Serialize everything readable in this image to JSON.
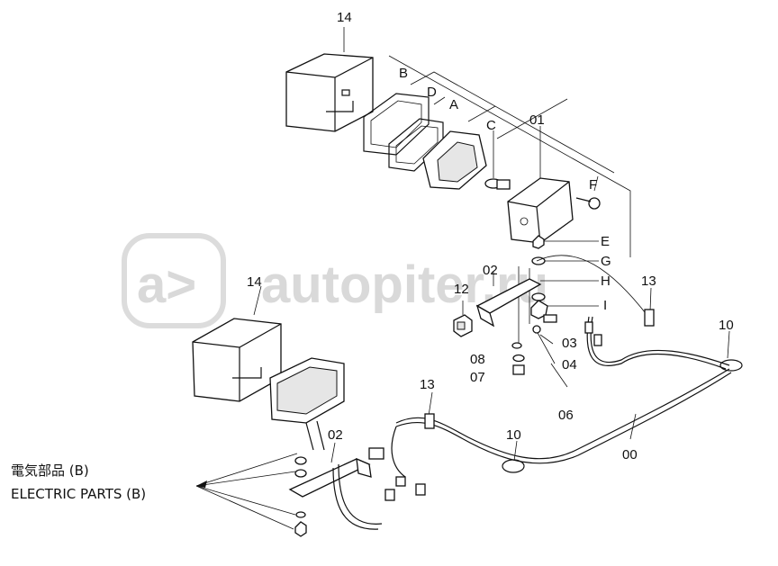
{
  "title": {
    "ja": "電気部品 (B)",
    "en": "ELECTRIC PARTS (B)"
  },
  "watermark": "autopiter.ru",
  "watermark_logo": "a>",
  "labels": {
    "l14a": "14",
    "l14b": "14",
    "lB": "B",
    "lD": "D",
    "lA": "A",
    "lC": "C",
    "l01": "01",
    "lF": "F",
    "lE": "E",
    "lG": "G",
    "lH": "H",
    "lI": "I",
    "l02a": "02",
    "l12": "12",
    "l13a": "13",
    "l03": "03",
    "l04": "04",
    "l08": "08",
    "l07": "07",
    "l10a": "10",
    "l06": "06",
    "l13b": "13",
    "l02b": "02",
    "l10b": "10",
    "l00": "00"
  }
}
